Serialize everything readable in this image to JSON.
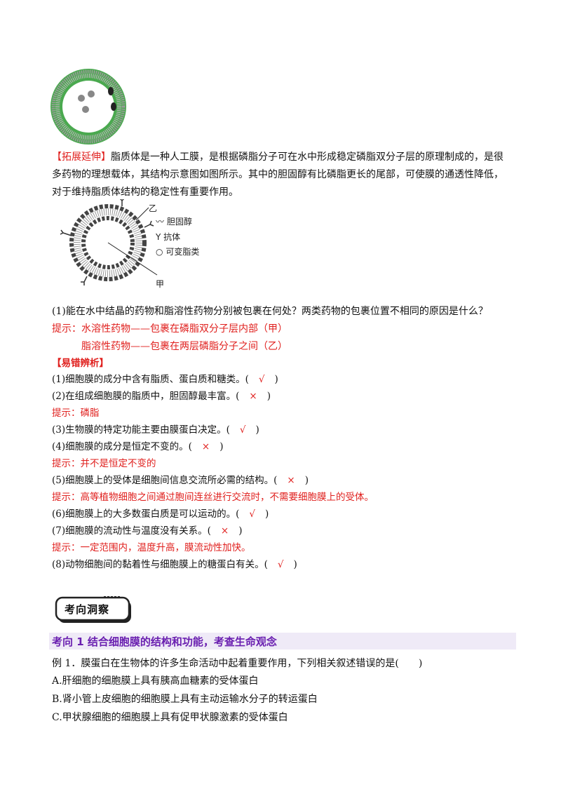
{
  "extension": {
    "label": "【拓展延伸】",
    "lines": [
      "脂质体是一种人工膜，是根据磷脂分子可在水中形成稳定磷脂双分子层的原理制成的，是很",
      "多药物的理想载体，其结构示意图如图所示。其中的胆固醇有比磷脂更长的尾部，可使膜的通透性降低，",
      "对于维持脂质体结构的稳定性有重要作用。"
    ]
  },
  "figure": {
    "label_yi": "乙",
    "label_jia": "甲",
    "legend": [
      "胆固醇",
      "抗体",
      "可变脂类"
    ]
  },
  "question1": {
    "text": "(1)能在水中结晶的药物和脂溶性药物分别被包裹在何处？两类药物的包裹位置不相同的原因是什么？",
    "hint_prefix": "提示：",
    "hint_line1": "水溶性药物——包裹在磷脂双分子层内部（甲）",
    "hint_line2": "脂溶性药物——包裹在两层磷脂分子之间（乙）"
  },
  "error_section": {
    "label": "【易错辨析】",
    "items": [
      {
        "text": "(1)细胞膜的成分中含有脂质、蛋白质和糖类。(",
        "mark": "√",
        "end": ")"
      },
      {
        "text": "(2)在组成细胞膜的脂质中，胆固醇最丰富。(",
        "mark": "×",
        "end": ")"
      },
      {
        "hint": "提示：磷脂"
      },
      {
        "text": "(3)生物膜的特定功能主要由膜蛋白决定。(",
        "mark": "√",
        "end": ")"
      },
      {
        "text": "(4)细胞膜的成分是恒定不变的。(",
        "mark": "×",
        "end": ")"
      },
      {
        "hint": "提示：并不是恒定不变的"
      },
      {
        "text": "(5)细胞膜上的受体是细胞间信息交流所必需的结构。(",
        "mark": "×",
        "end": ")"
      },
      {
        "hint": "提示：高等植物细胞之间通过胞间连丝进行交流时，不需要细胞膜上的受体。"
      },
      {
        "text": "(6)细胞膜上的大多数蛋白质是可以运动的。(",
        "mark": "√",
        "end": ")"
      },
      {
        "text": "(7)细胞膜的流动性与温度没有关系。(",
        "mark": "×",
        "end": ")"
      },
      {
        "hint": "提示：一定范围内，温度升高，膜流动性加快。"
      },
      {
        "text": "(8)动物细胞间的黏着性与细胞膜上的糖蛋白有关。(",
        "mark": "√",
        "end": ")"
      }
    ]
  },
  "badge": "考向洞察",
  "direction_title": "考向 1  结合细胞膜的结构和功能，考查生命观念",
  "example": {
    "stem": "例 1．膜蛋白在生物体的许多生命活动中起着重要作用，下列相关叙述错误的是(　　)",
    "options": [
      "A.肝细胞的细胞膜上具有胰高血糖素的受体蛋白",
      "B.肾小管上皮细胞的细胞膜上具有主动运输水分子的转运蛋白",
      "C.甲状腺细胞的细胞膜上具有促甲状腺激素的受体蛋白"
    ]
  },
  "colors": {
    "hint": "#e0201e",
    "title": "#6a1fb0",
    "lipid_green": "#3fa34d"
  }
}
